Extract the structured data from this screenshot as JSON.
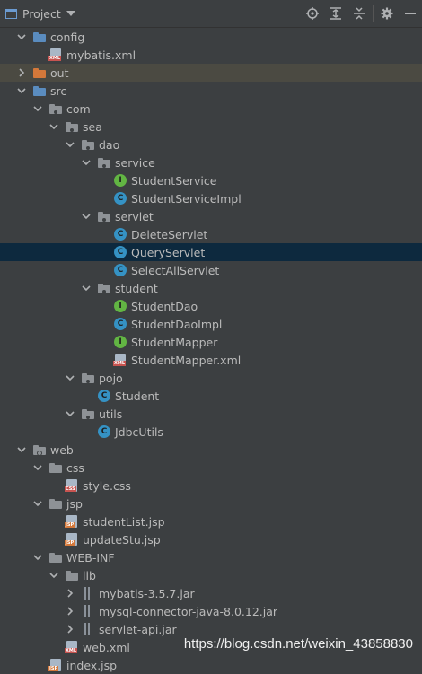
{
  "header": {
    "title": "Project"
  },
  "toolbar": {
    "icons": [
      "locate-icon",
      "expand-all-icon",
      "collapse-all-icon",
      "gear-icon",
      "hide-icon"
    ]
  },
  "tree": [
    {
      "depth": 0,
      "expanded": true,
      "icon": "folder-blue",
      "label": "config",
      "name": "config"
    },
    {
      "depth": 1,
      "icon": "xml",
      "label": "mybatis.xml",
      "name": "mybatis-xml"
    },
    {
      "depth": 0,
      "expanded": false,
      "icon": "folder-orange",
      "label": "out",
      "name": "out",
      "hl": true
    },
    {
      "depth": 0,
      "expanded": true,
      "icon": "folder-blue",
      "label": "src",
      "name": "src"
    },
    {
      "depth": 1,
      "expanded": true,
      "icon": "package",
      "label": "com",
      "name": "com"
    },
    {
      "depth": 2,
      "expanded": true,
      "icon": "package",
      "label": "sea",
      "name": "sea"
    },
    {
      "depth": 3,
      "expanded": true,
      "icon": "package",
      "label": "dao",
      "name": "dao"
    },
    {
      "depth": 4,
      "expanded": true,
      "icon": "package",
      "label": "service",
      "name": "service"
    },
    {
      "depth": 5,
      "icon": "interface",
      "label": "StudentService",
      "name": "studentservice"
    },
    {
      "depth": 5,
      "icon": "class",
      "label": "StudentServiceImpl",
      "name": "studentserviceimpl"
    },
    {
      "depth": 4,
      "expanded": true,
      "icon": "package",
      "label": "servlet",
      "name": "servlet"
    },
    {
      "depth": 5,
      "icon": "class",
      "label": "DeleteServlet",
      "name": "deleteservlet"
    },
    {
      "depth": 5,
      "icon": "class",
      "label": "QueryServlet",
      "name": "queryservlet",
      "sel": true
    },
    {
      "depth": 5,
      "icon": "class",
      "label": "SelectAllServlet",
      "name": "selectallservlet"
    },
    {
      "depth": 4,
      "expanded": true,
      "icon": "package",
      "label": "student",
      "name": "student"
    },
    {
      "depth": 5,
      "icon": "interface",
      "label": "StudentDao",
      "name": "studentdao"
    },
    {
      "depth": 5,
      "icon": "class",
      "label": "StudentDaoImpl",
      "name": "studentdaoimpl"
    },
    {
      "depth": 5,
      "icon": "interface",
      "label": "StudentMapper",
      "name": "studentmapper"
    },
    {
      "depth": 5,
      "icon": "xml",
      "label": "StudentMapper.xml",
      "name": "studentmapper-xml"
    },
    {
      "depth": 3,
      "expanded": true,
      "icon": "package",
      "label": "pojo",
      "name": "pojo"
    },
    {
      "depth": 4,
      "icon": "class",
      "label": "Student",
      "name": "student-class"
    },
    {
      "depth": 3,
      "expanded": true,
      "icon": "package",
      "label": "utils",
      "name": "utils"
    },
    {
      "depth": 4,
      "icon": "class",
      "label": "JdbcUtils",
      "name": "jdbcutils"
    },
    {
      "depth": 0,
      "expanded": true,
      "icon": "folder-web",
      "label": "web",
      "name": "web"
    },
    {
      "depth": 1,
      "expanded": true,
      "icon": "folder-gray",
      "label": "css",
      "name": "css"
    },
    {
      "depth": 2,
      "icon": "css",
      "label": "style.css",
      "name": "style-css"
    },
    {
      "depth": 1,
      "expanded": true,
      "icon": "folder-gray",
      "label": "jsp",
      "name": "jsp"
    },
    {
      "depth": 2,
      "icon": "jsp",
      "label": "studentList.jsp",
      "name": "studentlist-jsp"
    },
    {
      "depth": 2,
      "icon": "jsp",
      "label": "updateStu.jsp",
      "name": "updatestu-jsp"
    },
    {
      "depth": 1,
      "expanded": true,
      "icon": "folder-gray",
      "label": "WEB-INF",
      "name": "web-inf"
    },
    {
      "depth": 2,
      "expanded": true,
      "icon": "folder-gray",
      "label": "lib",
      "name": "lib"
    },
    {
      "depth": 3,
      "expanded": false,
      "icon": "jar",
      "label": "mybatis-3.5.7.jar",
      "name": "mybatis-jar"
    },
    {
      "depth": 3,
      "expanded": false,
      "icon": "jar",
      "label": "mysql-connector-java-8.0.12.jar",
      "name": "mysql-connector-jar"
    },
    {
      "depth": 3,
      "expanded": false,
      "icon": "jar",
      "label": "servlet-api.jar",
      "name": "servlet-api-jar"
    },
    {
      "depth": 2,
      "icon": "xml",
      "label": "web.xml",
      "name": "web-xml"
    },
    {
      "depth": 1,
      "icon": "jsp",
      "label": "index.jsp",
      "name": "index-jsp"
    }
  ],
  "watermark": "https://blog.csdn.net/weixin_43858830"
}
